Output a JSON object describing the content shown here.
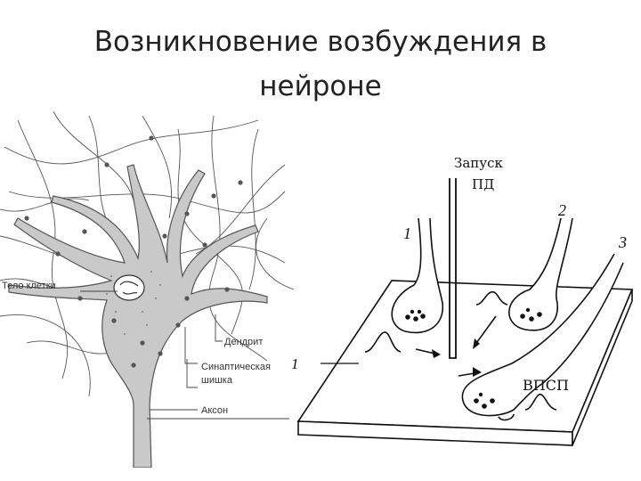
{
  "slide": {
    "title_line1": "Возникновение возбуждения в",
    "title_line2": "нейроне"
  },
  "neuron_diagram": {
    "labels": {
      "cell_body": "Тело клетки",
      "dendrite": "Дендрит",
      "synaptic_knob_line1": "Синаптическая",
      "synaptic_knob_line2": "шишка",
      "axon": "Аксон"
    }
  },
  "synapse_diagram": {
    "marker_left": "1",
    "launch_line1": "Запуск",
    "launch_line2": "ПД",
    "input_1": "1",
    "input_2": "2",
    "input_3": "3",
    "epsp": "ВПСП"
  }
}
